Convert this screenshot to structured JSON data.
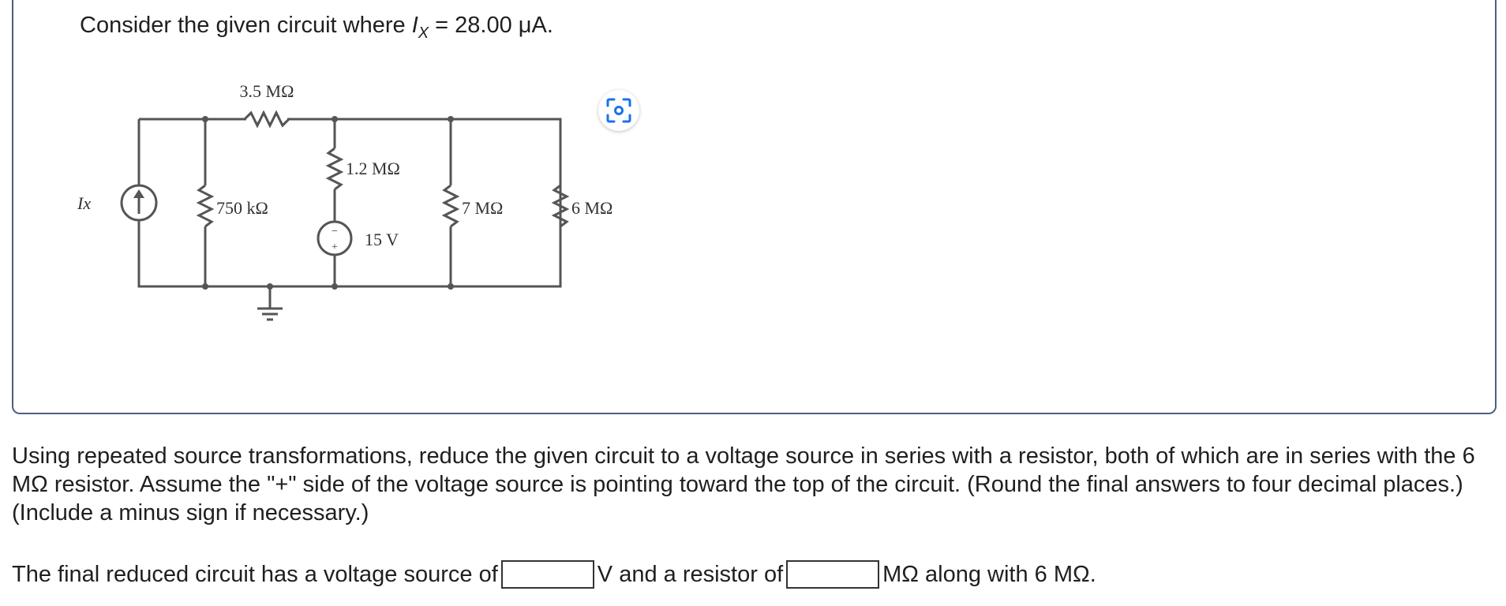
{
  "question": {
    "prefix": "Consider the given circuit where ",
    "variable": "I",
    "variable_sub": "X",
    "suffix": " = 28.00 μA."
  },
  "circuit": {
    "labels": {
      "r_top": "3.5 MΩ",
      "r_750": "750 kΩ",
      "r_1_2": "1.2 MΩ",
      "r_7": "7 MΩ",
      "r_6": "6 MΩ",
      "v_source": "15 V",
      "i_source": "Ix"
    }
  },
  "instructions": "Using repeated source transformations, reduce the given circuit to a voltage source in series with a resistor, both of which are in series with the 6 MΩ resistor. Assume the \"+\" side of the voltage source is pointing toward the top of the circuit. (Round the final answers to four decimal places.) (Include a minus sign if necessary.)",
  "answer": {
    "part1": "The final reduced circuit has a voltage source of",
    "part2": "V and a resistor of",
    "part3": "MΩ along with 6 MΩ.",
    "voltage_value": "",
    "resistor_value": ""
  }
}
